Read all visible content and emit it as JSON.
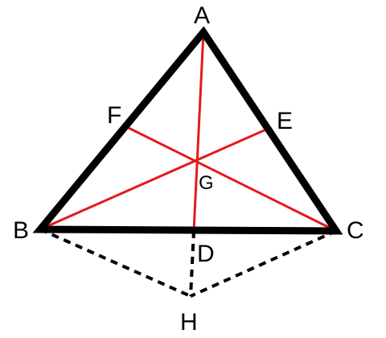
{
  "colors": {
    "triangle": "#000000",
    "median": "#e31a1c",
    "dashed": "#000000",
    "background": "#ffffff"
  },
  "labels": {
    "A": "A",
    "B": "B",
    "C": "C",
    "D": "D",
    "E": "E",
    "F": "F",
    "G": "G",
    "H": "H"
  }
}
